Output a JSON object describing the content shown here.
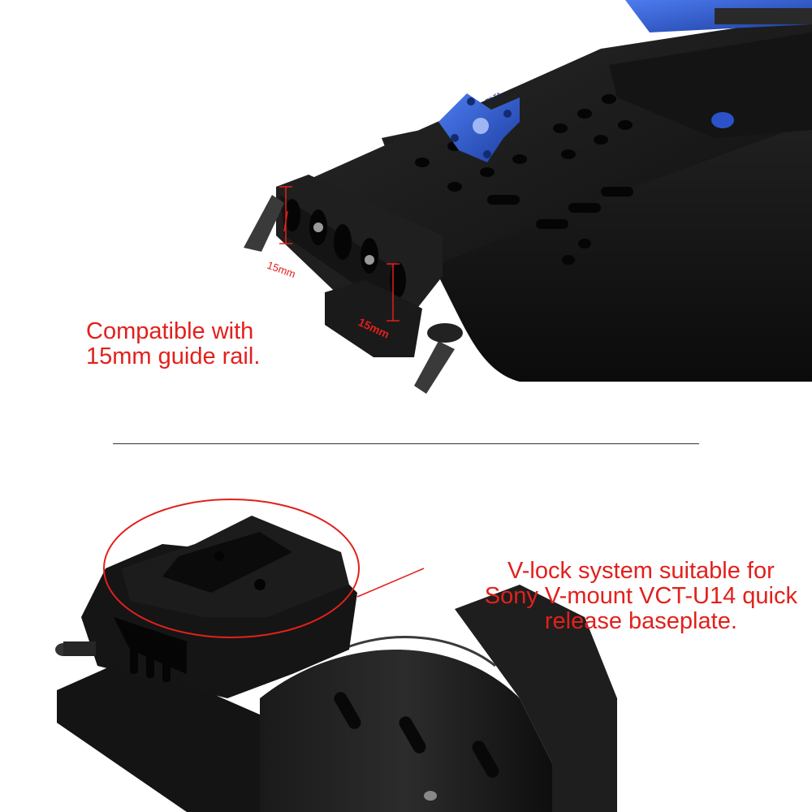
{
  "top_section": {
    "dimension_label_left": "15mm",
    "dimension_label_right": "15mm",
    "knob_engraving": "TILTA",
    "caption_lines": [
      "Compatible with",
      "15mm guide rail."
    ]
  },
  "bottom_section": {
    "caption_lines": [
      "V-lock system suitable for",
      "Sony V-mount VCT-U14 quick",
      "release baseplate."
    ]
  },
  "colors": {
    "accent_red": "#e2201c",
    "body_black": "#1a1a1a",
    "knob_blue": "#2b52c8",
    "divider": "#333333"
  }
}
